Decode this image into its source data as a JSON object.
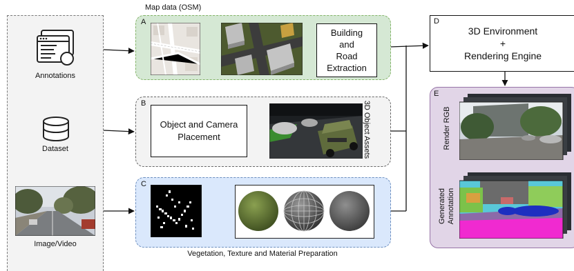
{
  "inputs": {
    "annotations_label": "Annotations",
    "dataset_label": "Dataset",
    "image_video_label": "Image/Video"
  },
  "stage_a": {
    "letter": "A",
    "caption": "Map data (OSM)",
    "extraction_label": "Building and Road Extraction",
    "extraction_lines": [
      "Building",
      "and",
      "Road",
      "Extraction"
    ]
  },
  "stage_b": {
    "letter": "B",
    "placement_lines": [
      "Object and Camera",
      "Placement"
    ],
    "assets_label": "3D Object Assets"
  },
  "stage_c": {
    "letter": "C",
    "caption": "Vegetation, Texture and Material Preparation"
  },
  "stage_d": {
    "letter": "D",
    "lines": [
      "3D Environment",
      "+",
      "Rendering Engine"
    ]
  },
  "stage_e": {
    "letter": "E",
    "render_rgb_label": "Render RGB",
    "generated_annotation_lines": [
      "Generated",
      "Annotation"
    ]
  },
  "colors": {
    "stage_a_fill": "#d5e8d4",
    "stage_b_fill": "#f3f3f3",
    "stage_c_fill": "#dae8fc",
    "stage_e_fill": "#e1d5e7"
  }
}
